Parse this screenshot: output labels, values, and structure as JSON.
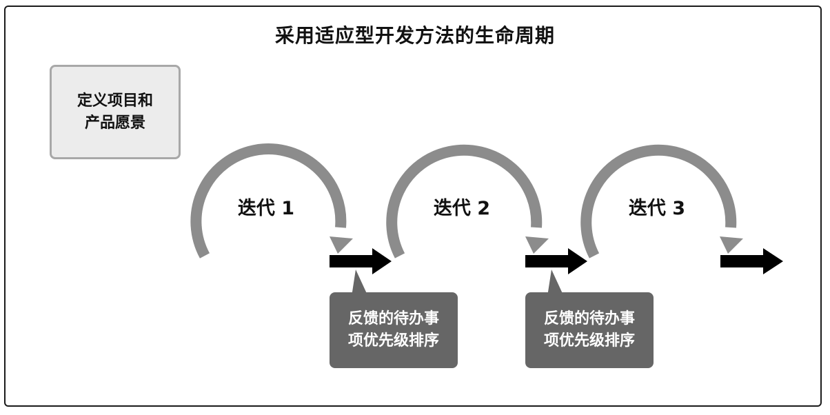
{
  "title": "采用适应型开发方法的生命周期",
  "vision": {
    "line1": "定义项目和",
    "line2": "产品愿景"
  },
  "iterations": [
    {
      "label": "迭代 1"
    },
    {
      "label": "迭代 2"
    },
    {
      "label": "迭代 3"
    }
  ],
  "backlogs": [
    {
      "line1": "反馈的待办事",
      "line2": "项优先级排序"
    },
    {
      "line1": "反馈的待办事",
      "line2": "项优先级排序"
    }
  ],
  "colors": {
    "loop": "#8c8c8c",
    "arrow": "#000000",
    "backlog_fill": "#666666",
    "vision_fill": "#ececec",
    "vision_border": "#a8a8a8"
  }
}
